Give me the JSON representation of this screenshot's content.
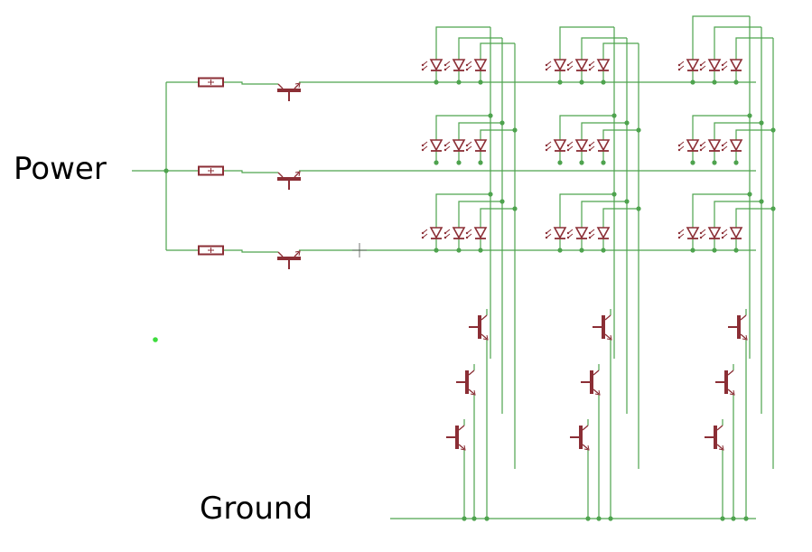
{
  "labels": {
    "power": "Power",
    "ground": "Ground"
  },
  "colors": {
    "wire": "#4ea34e",
    "component": "#8b2e35",
    "junction": "#4ea34e",
    "background": "#ffffff"
  },
  "components": {
    "resistor_count": 3,
    "row_transistor_count": 3,
    "led_grid": {
      "rows": 3,
      "cols": 3,
      "leds_per_cell": 3
    },
    "column_transistor_count": 9
  }
}
